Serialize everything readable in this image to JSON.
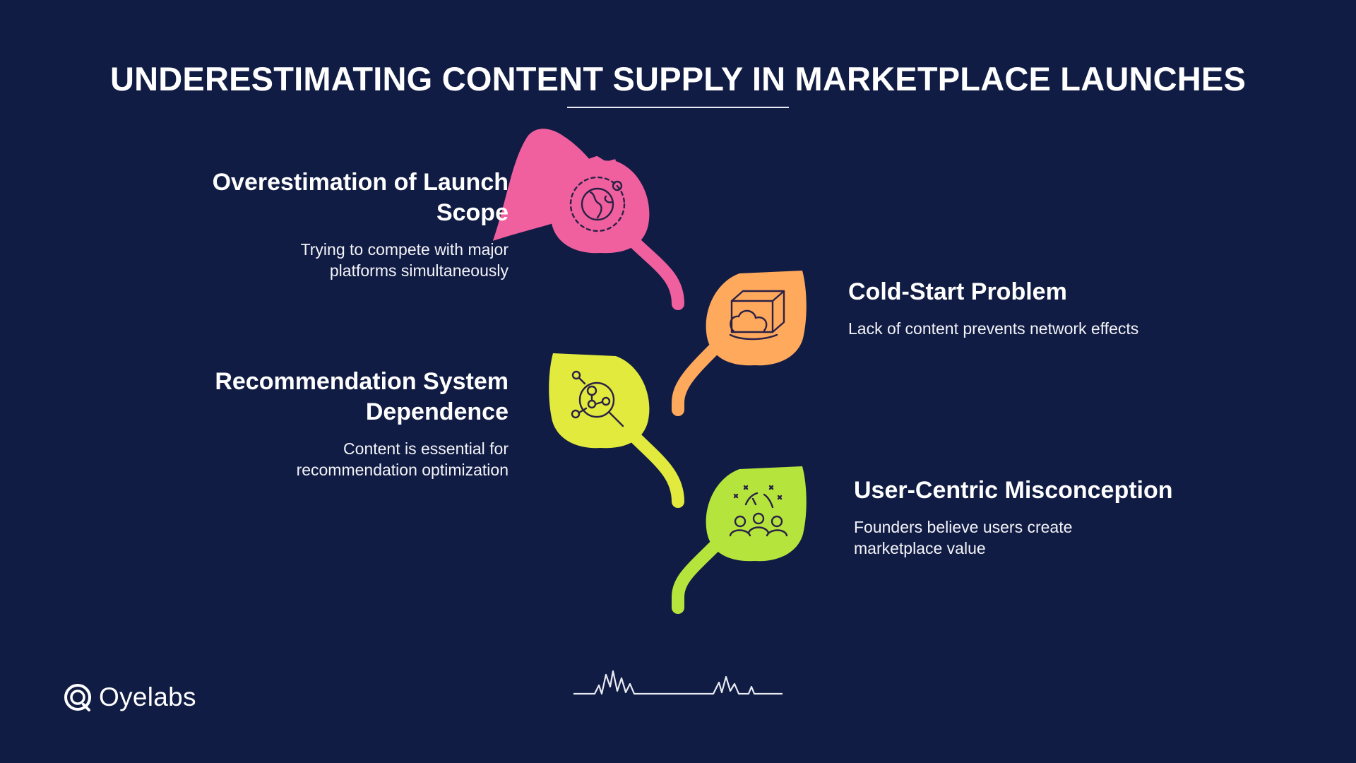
{
  "title": "UNDERESTIMATING CONTENT SUPPLY IN MARKETPLACE LAUNCHES",
  "items": [
    {
      "heading": "Overestimation of Launch Scope",
      "description": "Trying to compete with major platforms simultaneously",
      "icon": "globe-icon",
      "color": "#f0609e"
    },
    {
      "heading": "Cold-Start Problem",
      "description": "Lack of content prevents network effects",
      "icon": "box-icon",
      "color": "#ffa95c"
    },
    {
      "heading": "Recommendation System Dependence",
      "description": "Content is essential for recommendation optimization",
      "icon": "network-search-icon",
      "color": "#e2ea3d"
    },
    {
      "heading": "User-Centric Misconception",
      "description": "Founders believe users create marketplace value",
      "icon": "users-icon",
      "color": "#b5e53d"
    }
  ],
  "brand": {
    "name": "Oyelabs"
  },
  "colors": {
    "background": "#111c44",
    "text": "#ffffff"
  }
}
